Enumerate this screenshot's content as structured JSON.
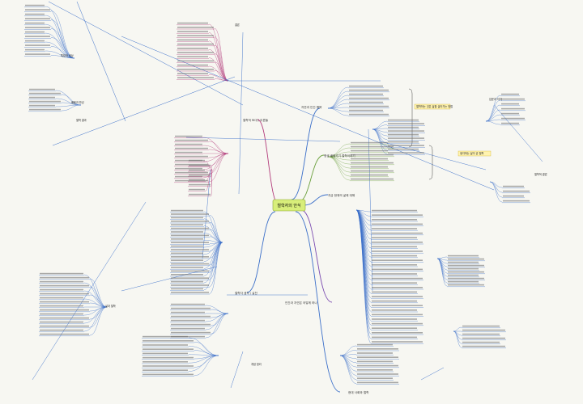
{
  "central": {
    "label": "철학자의 안식",
    "fill": "#d8ee7a",
    "stroke": "#8aa535"
  },
  "branches": [
    {
      "id": "b1",
      "label": "철학적 토대 / 이론들",
      "color": "#b23a7a"
    },
    {
      "id": "b2",
      "label": "자연과 인간 행복",
      "color": "#3b6fc9"
    },
    {
      "id": "b3",
      "label": "평생 배워가기 철학이야기",
      "color": "#6a9f3c"
    },
    {
      "id": "b4",
      "label": "지금 현재의 삶에 대해",
      "color": "#3b6fc9"
    },
    {
      "id": "b5",
      "label": "인간과 자연은 어떻게 하나",
      "color": "#7a4ab0"
    },
    {
      "id": "b6",
      "label": "철학자 생각 / 실천",
      "color": "#3b6fc9"
    },
    {
      "id": "b7",
      "label": "현대 사회와 철학",
      "color": "#3b6fc9"
    }
  ],
  "side_labels": {
    "far_right_top": "결론",
    "far_right_mid": "입문과 의미",
    "far_right_low": "철학적 결론",
    "left_top": "특징과 세상",
    "left_mid": "배움과 반성",
    "left_low": "철학 결과",
    "bottom_left": "삶과 철학",
    "bottom_mid": "개념 정리"
  },
  "highlight_boxes": [
    {
      "label": "철학하는 것은 삶을 살아가는 방법",
      "fill": "#fff3b0"
    },
    {
      "label": "생각하는 삶이 곧 철학",
      "fill": "#fff3b0"
    }
  ]
}
